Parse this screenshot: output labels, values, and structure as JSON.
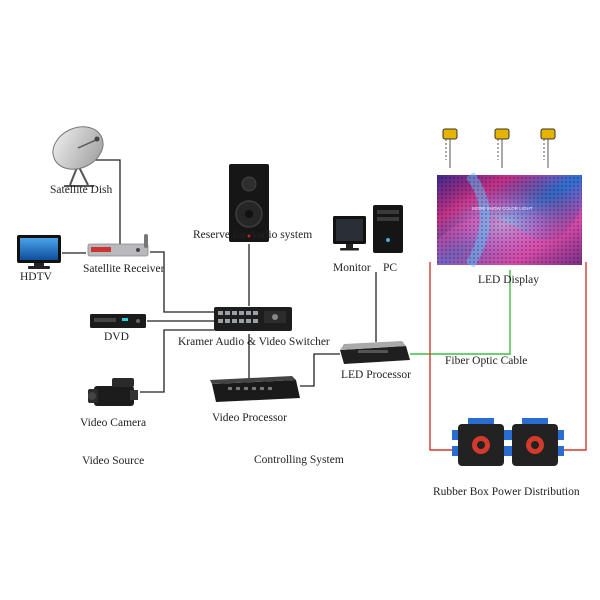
{
  "labels": {
    "satellite_dish": "Satellite Dish",
    "hdtv": "HDTV",
    "satellite_receiver": "Satellite Receiver",
    "dvd": "DVD",
    "video_camera": "Video Camera",
    "video_source": "Video Source",
    "reserve_audio": "Reserve for Audio system",
    "kramer_switcher": "Kramer Audio & Video Switcher",
    "video_processor": "Video Processor",
    "controlling_system": "Controlling System",
    "monitor": "Monitor",
    "pc": "PC",
    "led_processor": "LED Processor",
    "led_display": "LED Display",
    "fiber_optic": "Fiber Optic Cable",
    "power_distribution": "Rubber Box Power Distribution",
    "led_screen_text": "MORE SHOW COLOR LIGHT"
  },
  "colors": {
    "signal_cable": "#222222",
    "fiber_cable": "#3fbf3f",
    "power_cable": "#d33a2c",
    "device_dark": "#1b1b1b"
  }
}
